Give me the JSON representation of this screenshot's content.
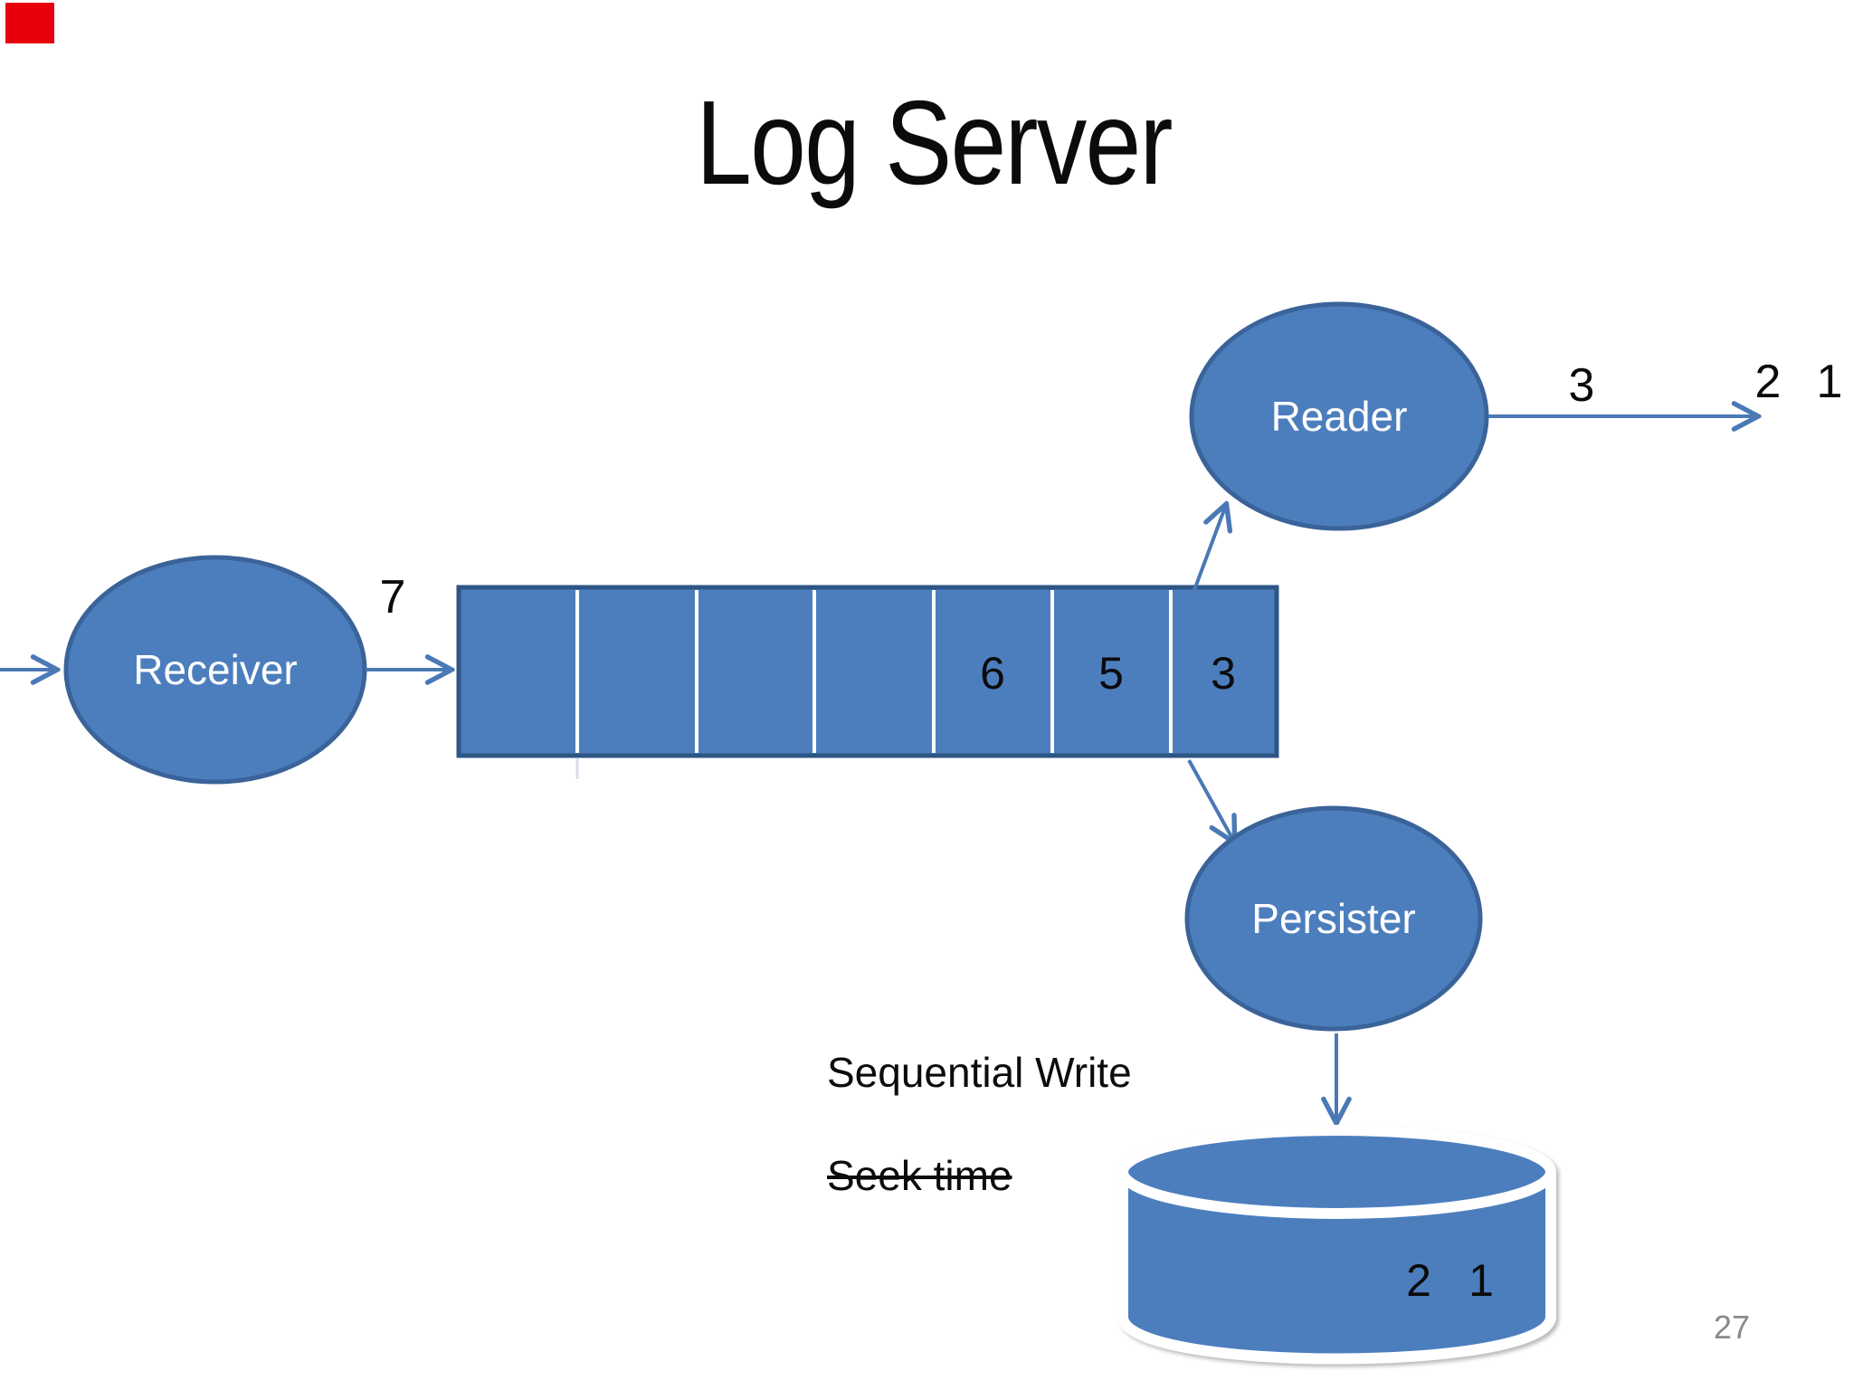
{
  "slide": {
    "title": "Log Server",
    "page_number": "27"
  },
  "nodes": {
    "receiver": {
      "label": "Receiver"
    },
    "reader": {
      "label": "Reader"
    },
    "persister": {
      "label": "Persister"
    }
  },
  "queue": {
    "incoming_count": "7",
    "cells": [
      "",
      "",
      "",
      "",
      "6",
      "5",
      "3"
    ]
  },
  "reader_output": {
    "items": [
      "3",
      "2",
      "1"
    ]
  },
  "disk": {
    "items": [
      "2",
      "1"
    ]
  },
  "annotations": {
    "sequential_write": "Sequential Write",
    "seek_time": "Seek time"
  },
  "colors": {
    "indicator": "#E8000D",
    "shape_fill": "#4C7EBE",
    "shape_border": "#3A6399",
    "queue_border": "#2E5684",
    "arrow": "#4A79B5",
    "divider_tail": "#D9DEE8",
    "text_black": "#0B0B0B",
    "page_gray": "#8A8A8A"
  }
}
